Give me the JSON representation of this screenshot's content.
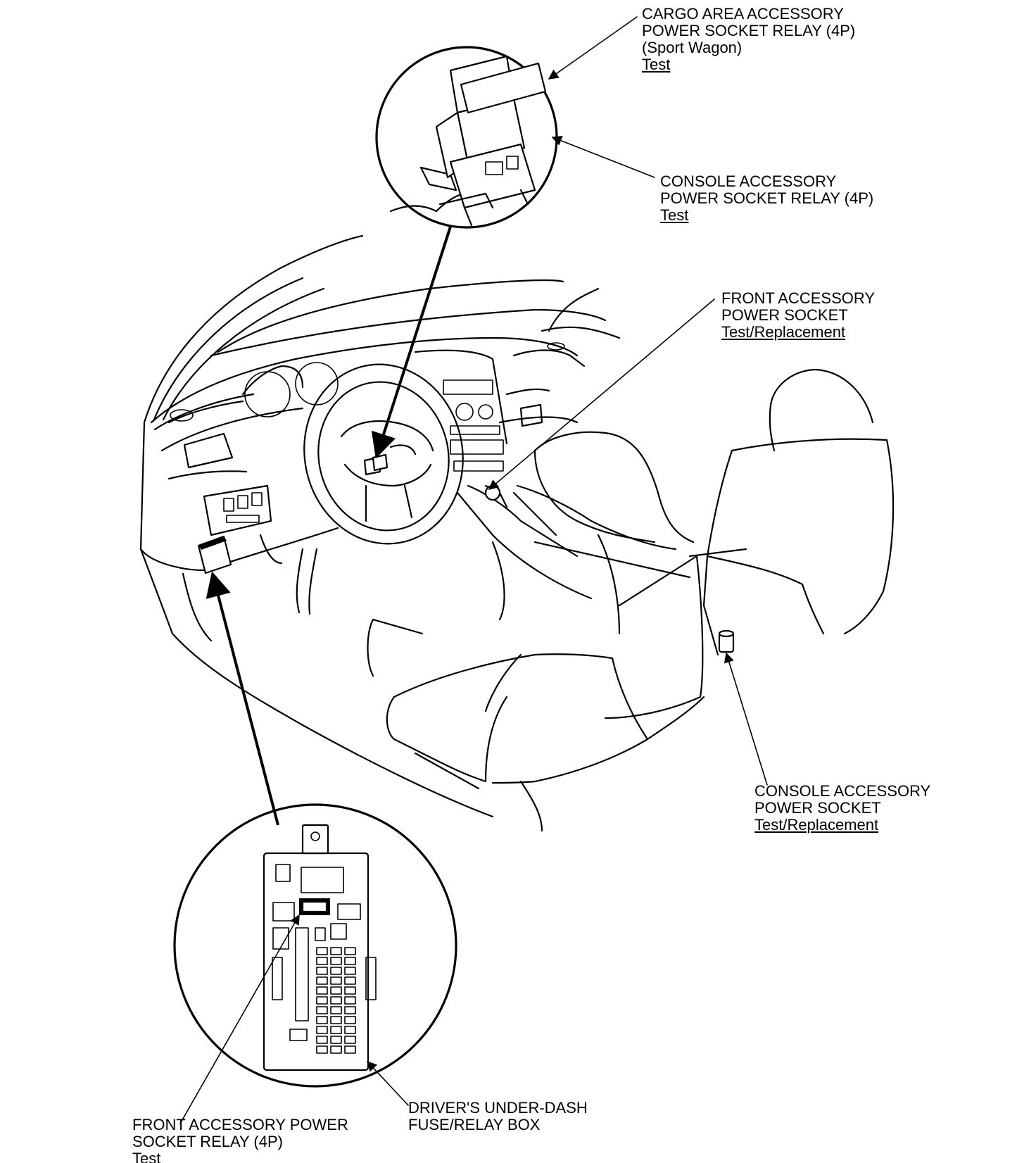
{
  "colors": {
    "line": "#000000",
    "background": "#ffffff"
  },
  "callouts": {
    "cargo_relay": {
      "line1": "CARGO AREA ACCESSORY",
      "line2": "POWER SOCKET RELAY (4P)",
      "line3": "(Sport Wagon)",
      "link": "Test"
    },
    "console_relay": {
      "line1": "CONSOLE ACCESSORY",
      "line2": "POWER SOCKET RELAY (4P)",
      "link": "Test"
    },
    "front_socket": {
      "line1": "FRONT ACCESSORY",
      "line2": "POWER SOCKET",
      "link": "Test/Replacement"
    },
    "console_socket": {
      "line1": "CONSOLE ACCESSORY",
      "line2": "POWER SOCKET",
      "link": "Test/Replacement"
    },
    "under_dash_box": {
      "line1": "DRIVER'S UNDER-DASH",
      "line2": "FUSE/RELAY BOX"
    },
    "front_relay": {
      "line1": "FRONT ACCESSORY POWER",
      "line2": "SOCKET RELAY (4P)",
      "link": "Test"
    }
  }
}
